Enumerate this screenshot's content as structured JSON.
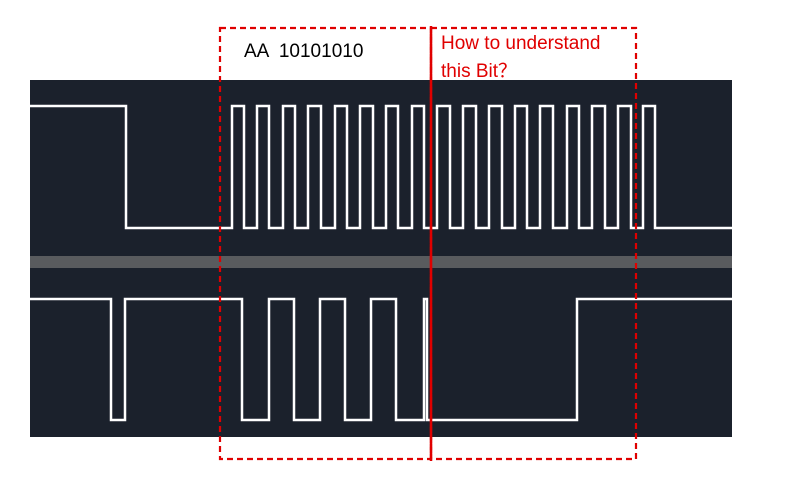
{
  "labels": {
    "byte_label": "AA  10101010",
    "question_line1": "How to understand",
    "question_line2": "this Bit？"
  },
  "colors": {
    "panel": "#1b212c",
    "separator": "#595b5e",
    "trace": "#ffffff",
    "annotation": "#e00000"
  }
}
